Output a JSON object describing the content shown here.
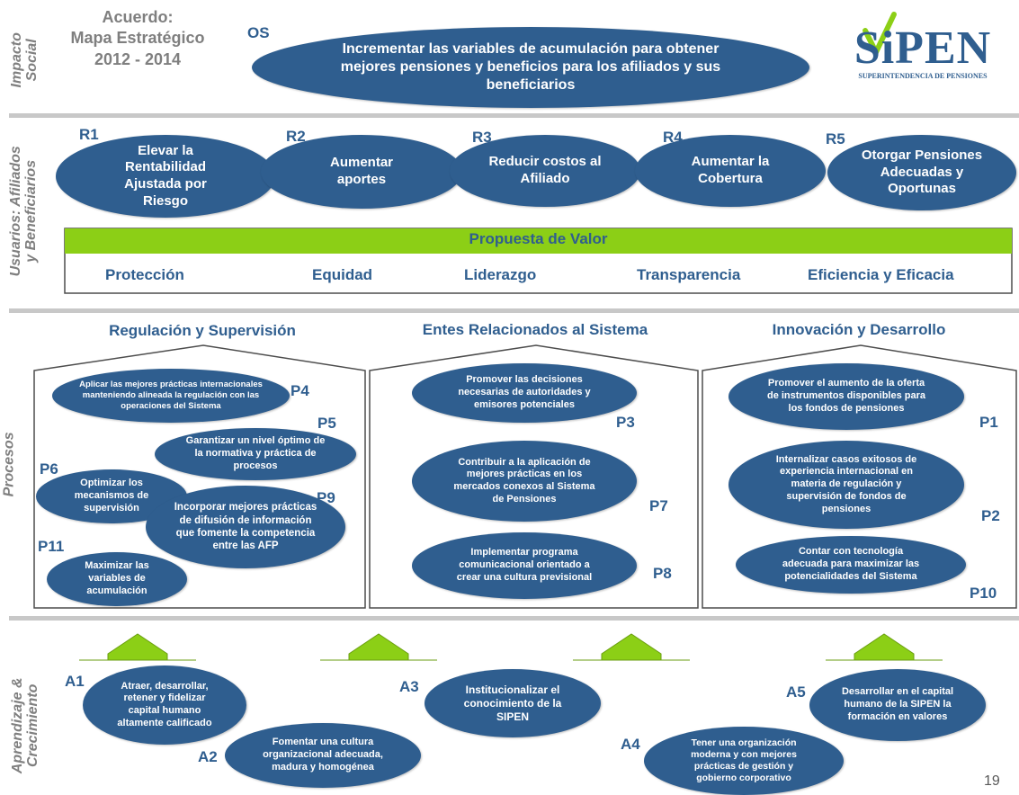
{
  "header": {
    "agreement_title": [
      "Acuerdo:",
      "Mapa Estratégico",
      "2012 - 2014"
    ],
    "objective_code": "OS",
    "objective_text": "Incrementar las variables de acumulación para obtener mejores pensiones y beneficios para los afiliados y sus beneficiarios",
    "logo": {
      "text": "SiPEN",
      "subtitle": "SUPERINTENDENCIA DE PENSIONES"
    }
  },
  "perspectives": {
    "social": [
      "Impacto",
      "Social"
    ],
    "users": [
      "Usuarios: Afiliados",
      "y Beneficiarios"
    ],
    "processes": "Procesos",
    "learning": [
      "Aprendizaje &",
      "Crecimiento"
    ]
  },
  "results": [
    {
      "code": "R1",
      "text": "Elevar la Rentabilidad Ajustada por Riesgo"
    },
    {
      "code": "R2",
      "text": "Aumentar aportes"
    },
    {
      "code": "R3",
      "text": "Reducir costos al Afiliado"
    },
    {
      "code": "R4",
      "text": "Aumentar la Cobertura"
    },
    {
      "code": "R5",
      "text": "Otorgar Pensiones Adecuadas y Oportunas"
    }
  ],
  "value_proposition": {
    "title": "Propuesta de Valor",
    "values": [
      "Protección",
      "Equidad",
      "Liderazgo",
      "Transparencia",
      "Eficiencia y Eficacia"
    ]
  },
  "process_groups": [
    {
      "title": "Regulación y Supervisión"
    },
    {
      "title": "Entes Relacionados al Sistema"
    },
    {
      "title": "Innovación y Desarrollo"
    }
  ],
  "processes": {
    "P4": {
      "code": "P4",
      "text": "Aplicar las mejores prácticas internacionales manteniendo alineada la regulación con las operaciones del Sistema"
    },
    "P5": {
      "code": "P5",
      "text": "Garantizar un nivel óptimo de la normativa y práctica de procesos"
    },
    "P6": {
      "code": "P6",
      "text": "Optimizar los mecanismos de supervisión"
    },
    "P9": {
      "code": "P9",
      "text": "Incorporar mejores prácticas de difusión de información que fomente la competencia entre las AFP"
    },
    "P11": {
      "code": "P11",
      "text": "Maximizar las variables de acumulación"
    },
    "P3": {
      "code": "P3",
      "text": "Promover las decisiones necesarias de autoridades y emisores potenciales"
    },
    "P7": {
      "code": "P7",
      "text": "Contribuir a la aplicación de mejores prácticas en los mercados conexos al Sistema de Pensiones"
    },
    "P8": {
      "code": "P8",
      "text": "Implementar programa comunicacional orientado a crear una cultura previsional"
    },
    "P1": {
      "code": "P1",
      "text": "Promover el aumento de la oferta de instrumentos disponibles para los fondos de pensiones"
    },
    "P2": {
      "code": "P2",
      "text": "Internalizar casos exitosos de experiencia internacional en materia de regulación y supervisión de fondos de pensiones"
    },
    "P10": {
      "code": "P10",
      "text": "Contar con tecnología adecuada para maximizar las potencialidades del Sistema"
    }
  },
  "learning": {
    "A1": {
      "code": "A1",
      "text": "Atraer, desarrollar, retener y fidelizar capital humano altamente calificado"
    },
    "A2": {
      "code": "A2",
      "text": "Fomentar una cultura organizacional adecuada, madura y homogénea"
    },
    "A3": {
      "code": "A3",
      "text": "Institucionalizar el conocimiento de la SIPEN"
    },
    "A4": {
      "code": "A4",
      "text": "Tener una organización moderna y con mejores prácticas de gestión y gobierno corporativo"
    },
    "A5": {
      "code": "A5",
      "text": "Desarrollar en el capital humano de la SIPEN la formación en valores"
    }
  },
  "page_number": "19",
  "colors": {
    "primary": "#2f5e8f",
    "value_bar": "#8ccf16",
    "arrow": "#8ccf16",
    "separator": "#c8c8c8",
    "side_label": "#7f7f7f"
  }
}
